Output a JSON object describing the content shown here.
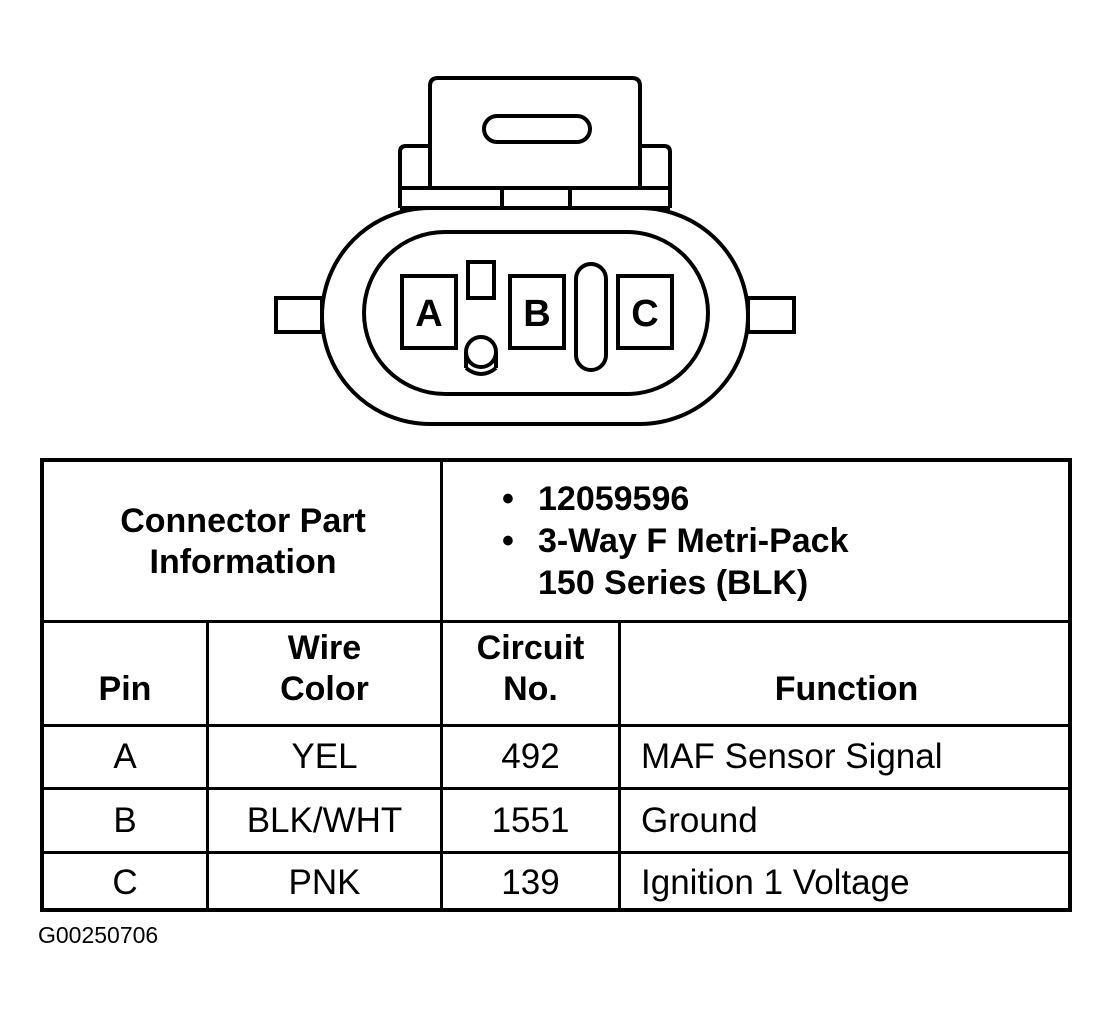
{
  "connector": {
    "pins": [
      "A",
      "B",
      "C"
    ]
  },
  "info": {
    "label_line1": "Connector Part",
    "label_line2": "Information",
    "part_number": "12059596",
    "description_line1": "3-Way F Metri-Pack",
    "description_line2": "150 Series (BLK)",
    "bullet": "•"
  },
  "table": {
    "headers": {
      "pin": "Pin",
      "wire_line1": "Wire",
      "wire_line2": "Color",
      "circuit_line1": "Circuit",
      "circuit_line2": "No.",
      "function": "Function"
    },
    "rows": [
      {
        "pin": "A",
        "color": "YEL",
        "circuit": "492",
        "function": "MAF Sensor Signal"
      },
      {
        "pin": "B",
        "color": "BLK/WHT",
        "circuit": "1551",
        "function": "Ground"
      },
      {
        "pin": "C",
        "color": "PNK",
        "circuit": "139",
        "function": "Ignition 1 Voltage"
      }
    ]
  },
  "figure_code": "G00250706"
}
